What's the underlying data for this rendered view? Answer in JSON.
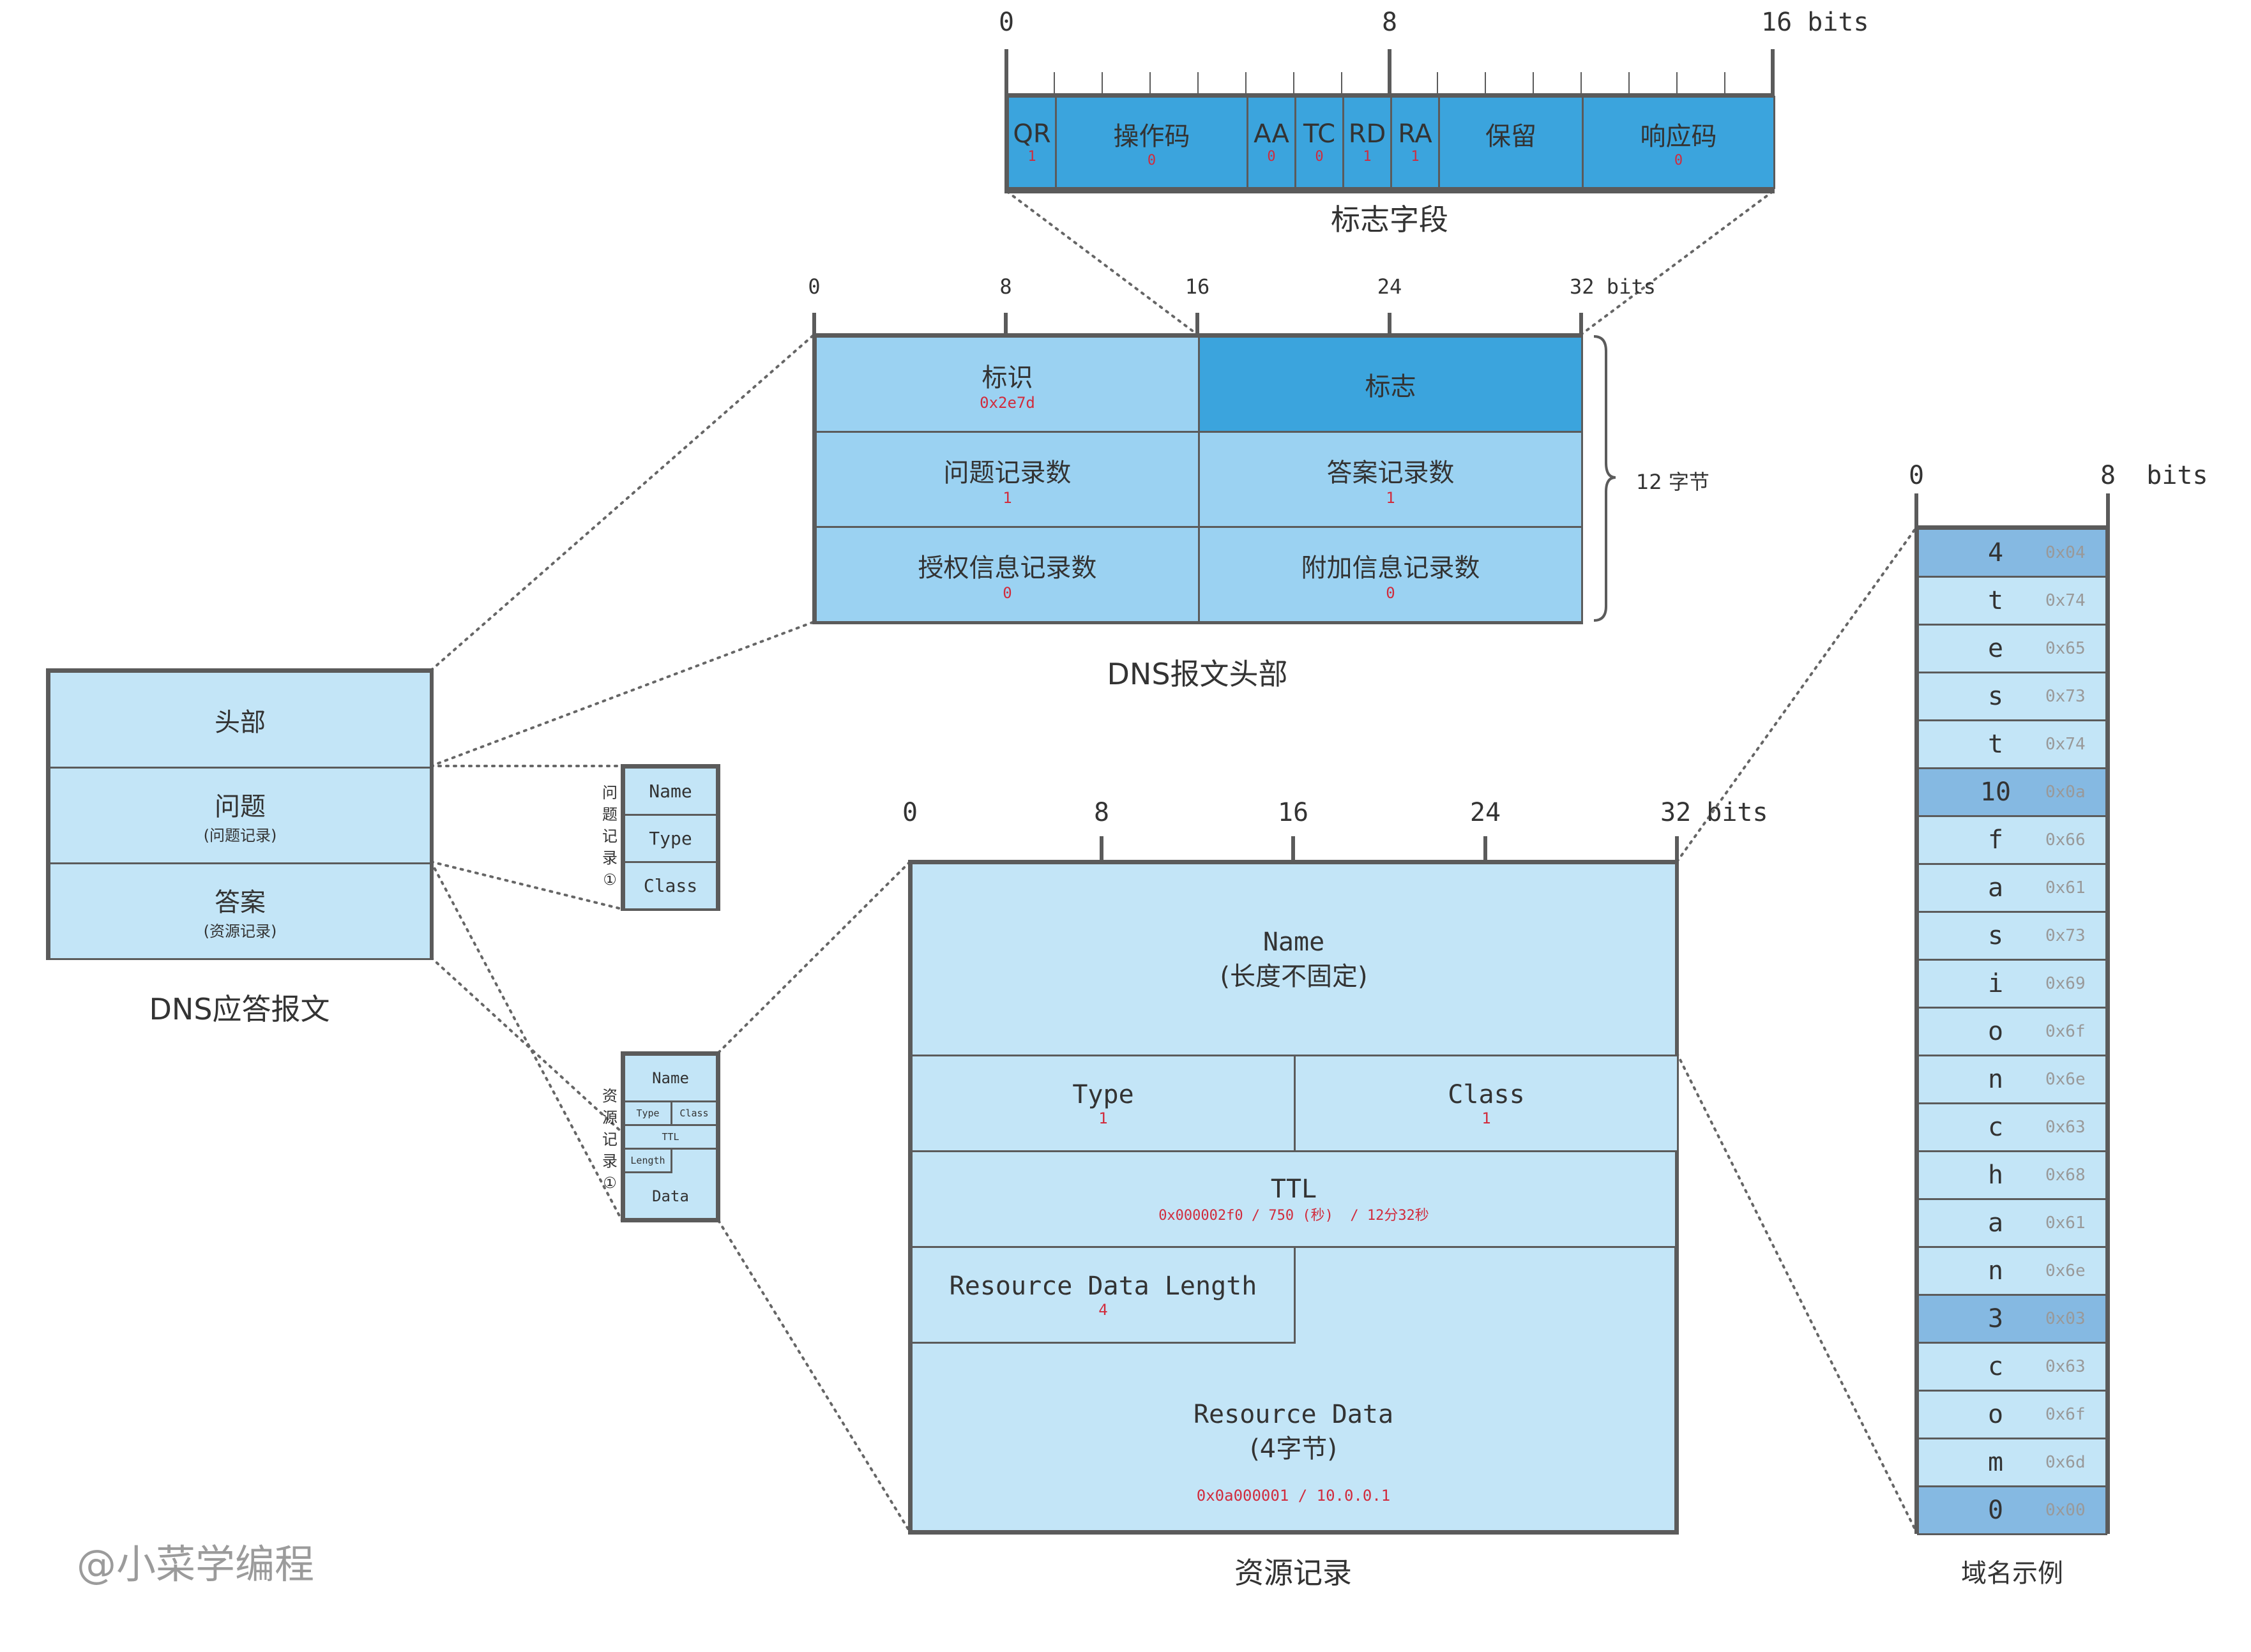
{
  "flags_field": {
    "caption": "标志字段",
    "scale": {
      "start": "0",
      "mid": "8",
      "end": "16 bits"
    },
    "fields": [
      {
        "name": "QR",
        "value": "1",
        "bits": 1
      },
      {
        "name": "操作码",
        "value": "0",
        "bits": 4
      },
      {
        "name": "AA",
        "value": "0",
        "bits": 1
      },
      {
        "name": "TC",
        "value": "0",
        "bits": 1
      },
      {
        "name": "RD",
        "value": "1",
        "bits": 1
      },
      {
        "name": "RA",
        "value": "1",
        "bits": 1
      },
      {
        "name": "保留",
        "value": "",
        "bits": 3
      },
      {
        "name": "响应码",
        "value": "0",
        "bits": 4
      }
    ]
  },
  "dns_header": {
    "caption": "DNS报文头部",
    "scale": [
      "0",
      "8",
      "16",
      "24",
      "32  bits"
    ],
    "size_label": "12 字节",
    "cells": [
      {
        "name": "标识",
        "value": "0x2e7d"
      },
      {
        "name": "标志",
        "value": ""
      },
      {
        "name": "问题记录数",
        "value": "1"
      },
      {
        "name": "答案记录数",
        "value": "1"
      },
      {
        "name": "授权信息记录数",
        "value": "0"
      },
      {
        "name": "附加信息记录数",
        "value": "0"
      }
    ]
  },
  "dns_response": {
    "caption": "DNS应答报文",
    "sections": [
      {
        "name": "头部",
        "sub": ""
      },
      {
        "name": "问题",
        "sub": "(问题记录)"
      },
      {
        "name": "答案",
        "sub": "(资源记录)"
      }
    ]
  },
  "question_record": {
    "side_label": [
      "问",
      "题",
      "记",
      "录",
      "①"
    ],
    "fields": [
      "Name",
      "Type",
      "Class"
    ]
  },
  "resource_record_mini": {
    "side_label": [
      "资",
      "源",
      "记",
      "录",
      "①"
    ],
    "fields": {
      "name": "Name",
      "type": "Type",
      "class": "Class",
      "ttl": "TTL",
      "length": "Length",
      "data": "Data"
    }
  },
  "resource_record": {
    "caption": "资源记录",
    "scale": [
      "0",
      "8",
      "16",
      "24",
      "32 bits"
    ],
    "name": {
      "label": "Name",
      "sub": "(长度不固定)"
    },
    "type": {
      "label": "Type",
      "value": "1"
    },
    "class": {
      "label": "Class",
      "value": "1"
    },
    "ttl": {
      "label": "TTL",
      "value": "0x000002f0 / 750 (秒)  / 12分32秒"
    },
    "rdlength": {
      "label": "Resource Data Length",
      "value": "4"
    },
    "rdata": {
      "label": "Resource Data",
      "sub": "(4字节)",
      "value": "0x0a000001 / 10.0.0.1"
    }
  },
  "domain_example": {
    "caption": "域名示例",
    "scale": {
      "start": "0",
      "end": "8  bits"
    },
    "bytes": [
      {
        "char": "4",
        "hex": "0x04",
        "is_length": true
      },
      {
        "char": "t",
        "hex": "0x74",
        "is_length": false
      },
      {
        "char": "e",
        "hex": "0x65",
        "is_length": false
      },
      {
        "char": "s",
        "hex": "0x73",
        "is_length": false
      },
      {
        "char": "t",
        "hex": "0x74",
        "is_length": false
      },
      {
        "char": "10",
        "hex": "0x0a",
        "is_length": true
      },
      {
        "char": "f",
        "hex": "0x66",
        "is_length": false
      },
      {
        "char": "a",
        "hex": "0x61",
        "is_length": false
      },
      {
        "char": "s",
        "hex": "0x73",
        "is_length": false
      },
      {
        "char": "i",
        "hex": "0x69",
        "is_length": false
      },
      {
        "char": "o",
        "hex": "0x6f",
        "is_length": false
      },
      {
        "char": "n",
        "hex": "0x6e",
        "is_length": false
      },
      {
        "char": "c",
        "hex": "0x63",
        "is_length": false
      },
      {
        "char": "h",
        "hex": "0x68",
        "is_length": false
      },
      {
        "char": "a",
        "hex": "0x61",
        "is_length": false
      },
      {
        "char": "n",
        "hex": "0x6e",
        "is_length": false
      },
      {
        "char": "3",
        "hex": "0x03",
        "is_length": true
      },
      {
        "char": "c",
        "hex": "0x63",
        "is_length": false
      },
      {
        "char": "o",
        "hex": "0x6f",
        "is_length": false
      },
      {
        "char": "m",
        "hex": "0x6d",
        "is_length": false
      },
      {
        "char": "0",
        "hex": "0x00",
        "is_length": true
      }
    ]
  },
  "watermark": "@小菜学编程",
  "colors": {
    "flags_fill": "#3ba4dd",
    "header_fill": "#9bd2f2",
    "record_fill": "#c3e5f7",
    "length_byte_fill": "#85b9e2",
    "border": "#5b5b5b",
    "value_red": "#d12b3c",
    "hex_gray": "#999999"
  }
}
